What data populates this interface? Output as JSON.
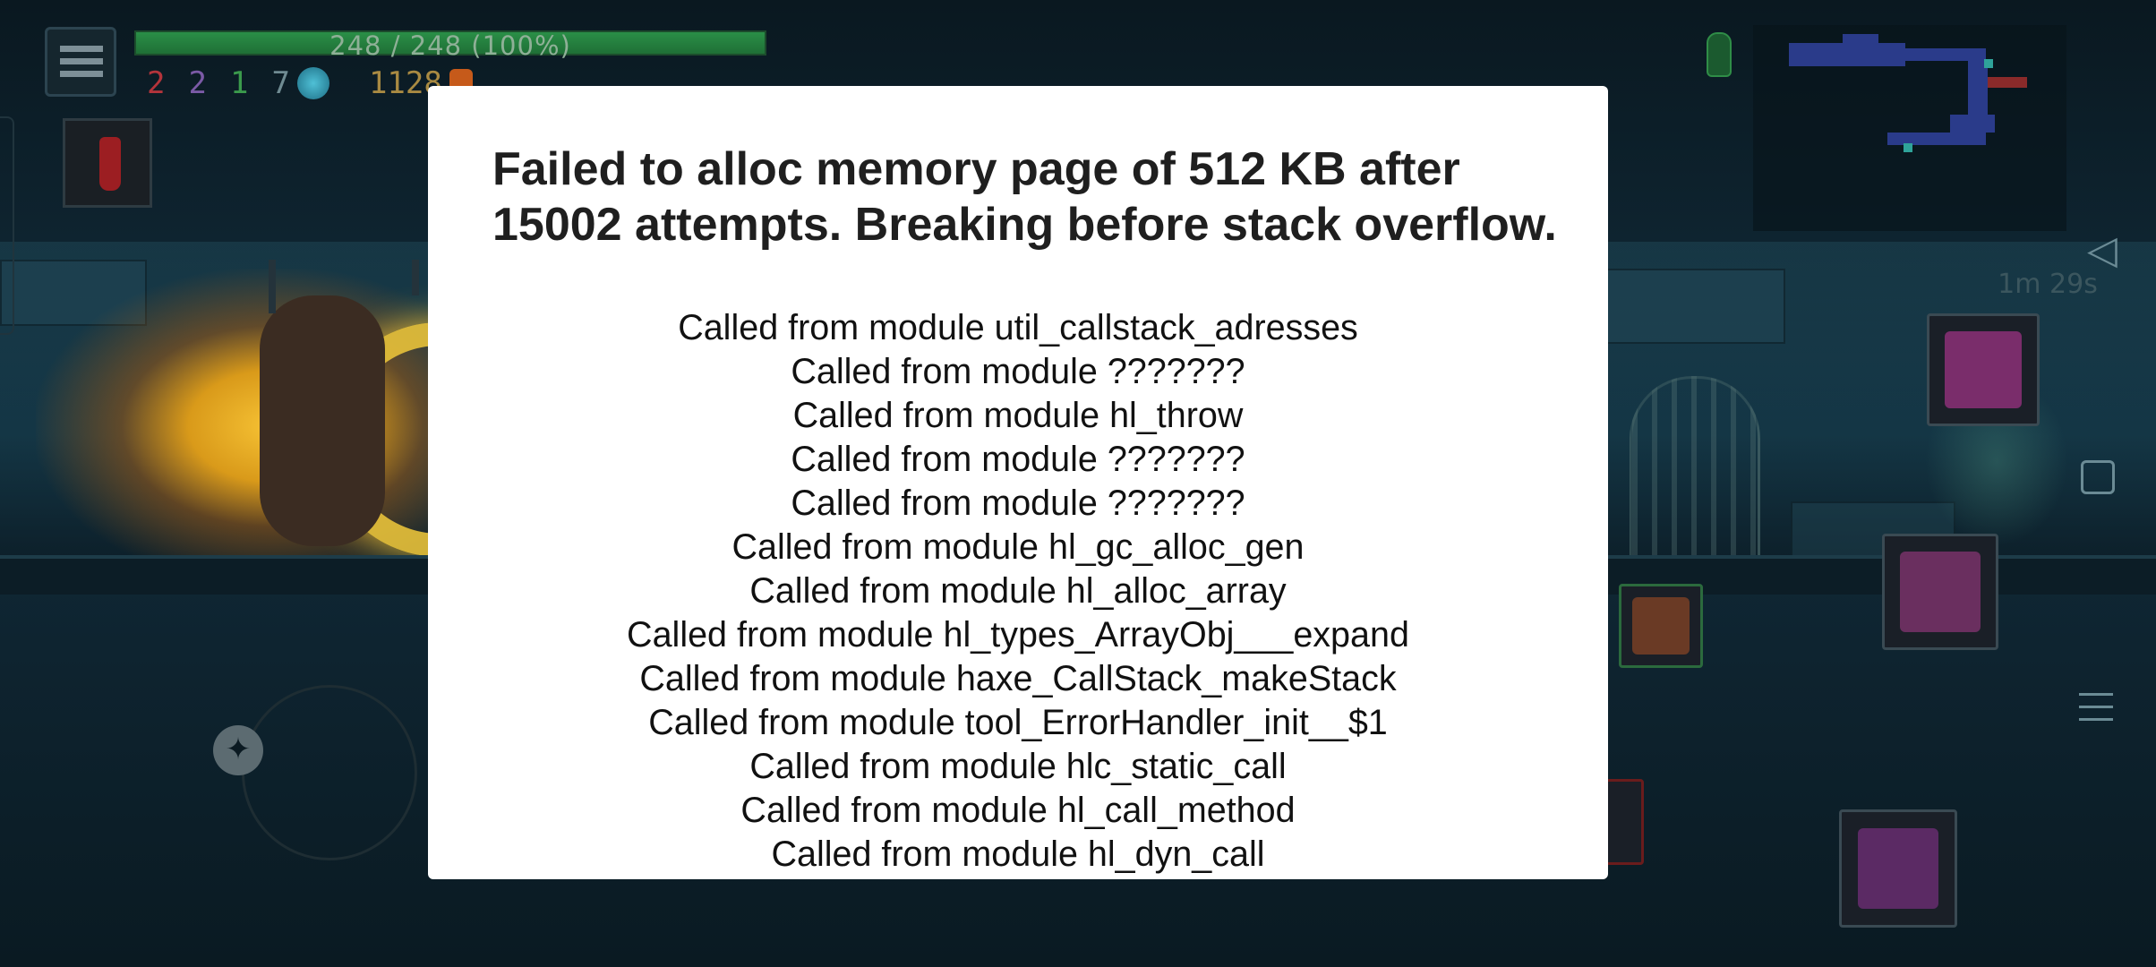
{
  "hud": {
    "health_text": "248 / 248 (100%)",
    "health_fraction": 1.0,
    "stats": {
      "brutality": "2",
      "tactics": "2",
      "survival": "1"
    },
    "cells": "7",
    "gold": "1128",
    "timer": "1m 29s"
  },
  "icons": {
    "menu": "hamburger-menu-icon",
    "cell": "cell-currency-icon",
    "gold": "gold-icon",
    "flask": "health-flask-icon",
    "boss_cell": "boss-cell-icon",
    "joystick": "move-joystick-icon",
    "nav_back": "back-triangle-icon",
    "nav_home": "home-square-icon",
    "nav_recent": "recent-apps-icon"
  },
  "dialog": {
    "title": "Failed to alloc memory page of 512 KB after 15002 attempts. Breaking before stack overflow.",
    "stack": [
      "Called from module util_callstack_adresses",
      "Called from module ???????",
      "Called from module hl_throw",
      "Called from module ???????",
      "Called from module ???????",
      "Called from module hl_gc_alloc_gen",
      "Called from module hl_alloc_array",
      "Called from module hl_types_ArrayObj___expand",
      "Called from module haxe_CallStack_makeStack",
      "Called from module tool_ErrorHandler_init__$1",
      "Called from module hlc_static_call",
      "Called from module hl_call_method",
      "Called from module hl_dyn_call"
    ]
  },
  "colors": {
    "dialog_bg": "#ffffff",
    "dialog_text": "#1f1f1f",
    "health_fill": "#2a8f47",
    "gold_glow": "#f6c234"
  }
}
